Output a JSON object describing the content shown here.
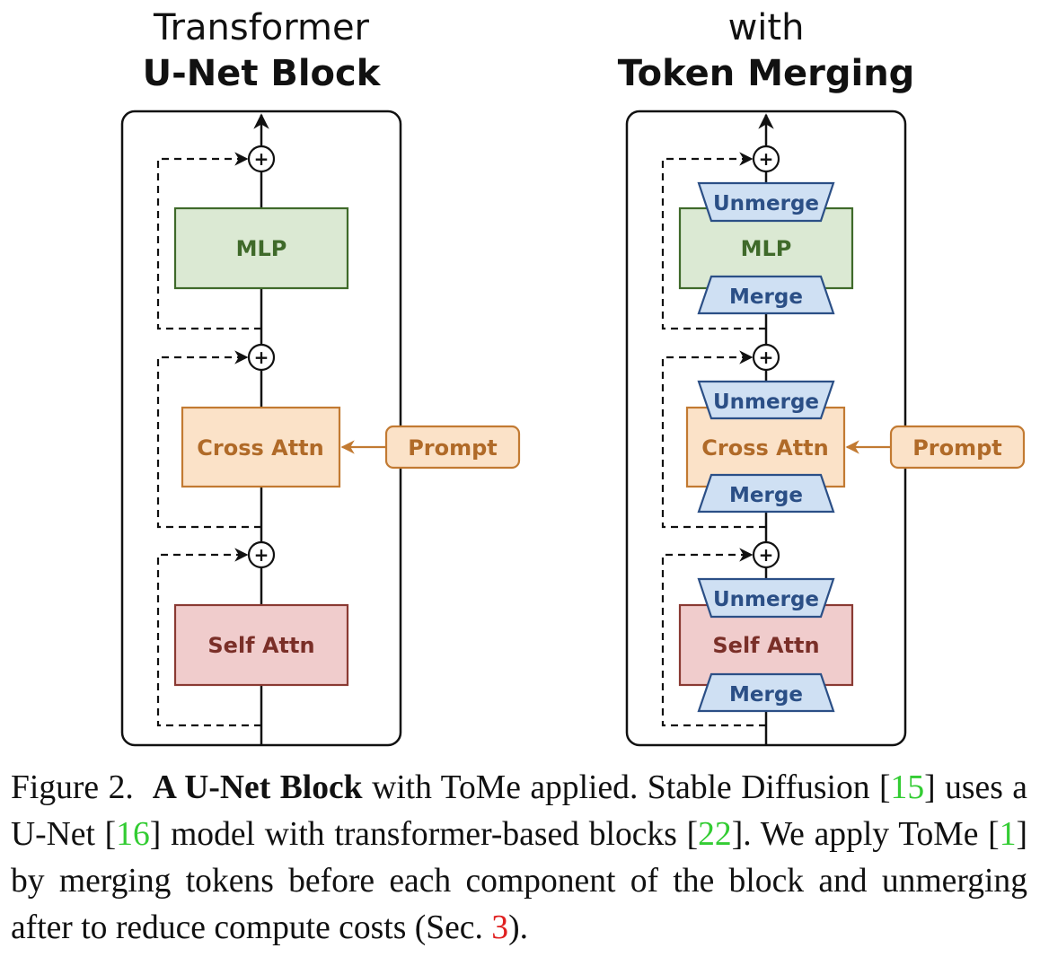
{
  "left_panel": {
    "title_line1": "Transformer",
    "title_line2": "U-Net Block"
  },
  "right_panel": {
    "title_line1": "with",
    "title_line2": "Token Merging"
  },
  "blocks": {
    "mlp": "MLP",
    "cross_attn": "Cross Attn",
    "self_attn": "Self Attn",
    "prompt": "Prompt",
    "plus_symbol": "+"
  },
  "tome": {
    "unmerge": "Unmerge",
    "merge": "Merge"
  },
  "colors": {
    "mlp_fill": "#dbe9d3",
    "mlp_stroke": "#3f6a2a",
    "cross_fill": "#fbe2c8",
    "cross_stroke": "#c27a32",
    "self_fill": "#f0cccc",
    "self_stroke": "#8a3a33",
    "tome_fill": "#cfe0f3",
    "tome_stroke": "#2b4f86"
  },
  "caption": {
    "fig_label": "Figure 2.",
    "bold": "A U-Net Block",
    "t1": "with ToMe applied. Stable Diffusion [",
    "ref15": "15",
    "t2": "] uses a U-Net [",
    "ref16": "16",
    "t3": "] model with transformer-based blocks [",
    "ref22": "22",
    "t4": "]. We apply ToMe [",
    "ref1": "1",
    "t5": "] by merging tokens before each component of the block and unmerging after to reduce compute costs (Sec. ",
    "ref3": "3",
    "t6": ")."
  }
}
